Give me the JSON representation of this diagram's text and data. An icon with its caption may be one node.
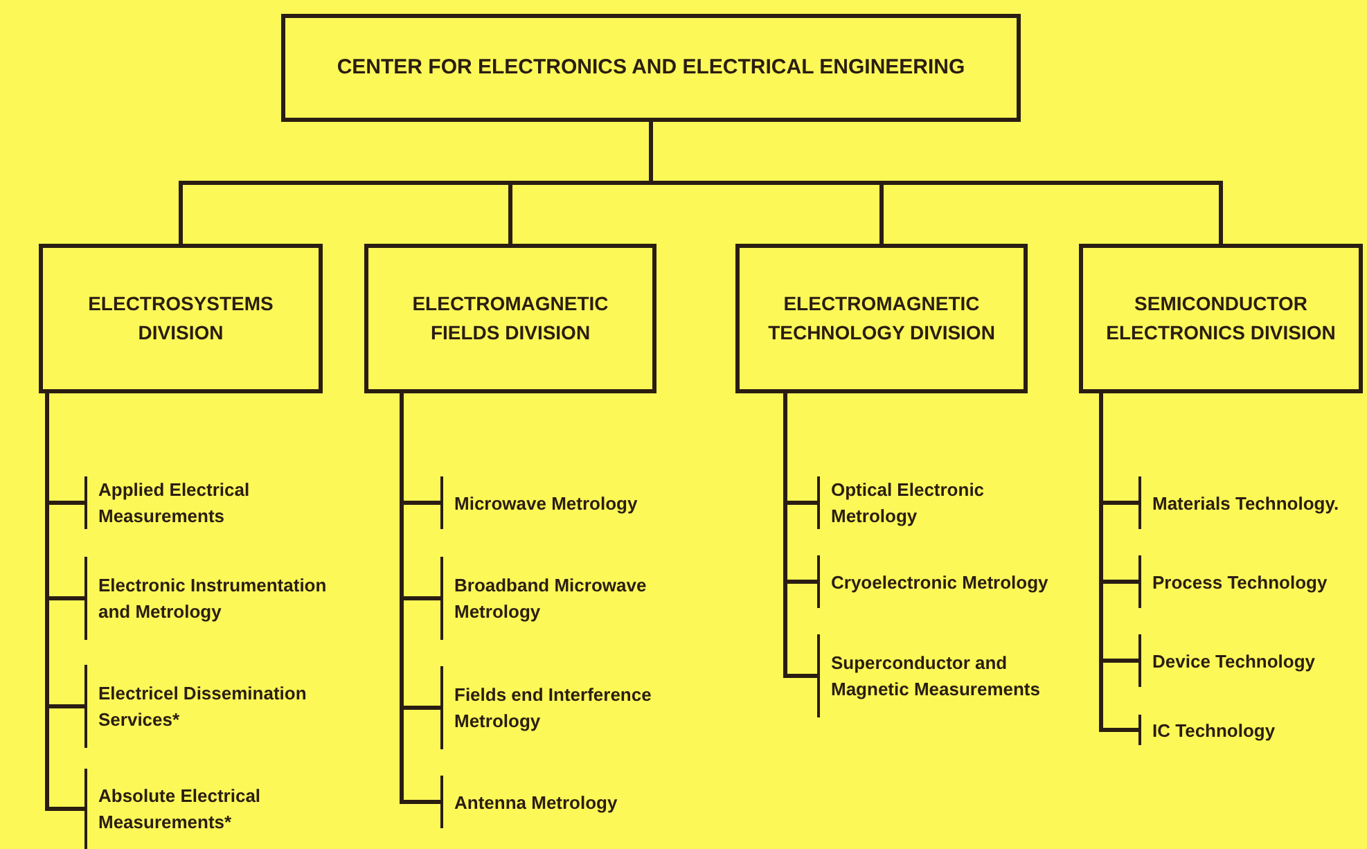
{
  "diagram": {
    "nodes": [
      {
        "text": [
          "CENTER FOR ELECTRONICS AND ELECTRICAL ENGINEERING"
        ]
      },
      {
        "text": [
          "ELECTROSYSTEMS DIVISION"
        ]
      },
      {
        "text": [
          "ELECTROMAGNETIC FIELDS DIVISION"
        ]
      },
      {
        "text": [
          "ELECTROMAGNETIC TECHNOLOGY DIVISION"
        ]
      },
      {
        "text": [
          "SEMICONDUCTOR ELECTRONICS DIVISION"
        ]
      },
      {
        "text": [
          "Applied Electrical Measurements"
        ]
      },
      {
        "text": [
          "Electronic Instrumentation and Metrology"
        ]
      },
      {
        "text": [
          "Electricel Dissemination Services*"
        ]
      },
      {
        "text": [
          "Absolute Electrical Measurements*"
        ]
      },
      {
        "text": [
          "Microwave Metrology"
        ]
      },
      {
        "text": [
          "Broadband Microwave Metrology"
        ]
      },
      {
        "text": [
          "Fields end Interference Metrology"
        ]
      },
      {
        "text": [
          "Antenna Metrology"
        ]
      },
      {
        "text": [
          "Optical Electronic Metrology"
        ]
      },
      {
        "text": [
          "Cryoelectronic Metrology"
        ]
      },
      {
        "text": [
          "Superconductor and Magnetic Measurements"
        ]
      },
      {
        "text": [
          "Materials Technology."
        ]
      },
      {
        "text": [
          "Process Technology"
        ]
      },
      {
        "text": [
          "Device Technology"
        ]
      },
      {
        "text": [
          "IC Technology"
        ]
      }
    ],
    "edges": [
      {
        "from": 0,
        "to": 1,
        "arrow": "none"
      },
      {
        "from": 0,
        "to": 2,
        "arrow": "none"
      },
      {
        "from": 0,
        "to": 3,
        "arrow": "none"
      },
      {
        "from": 0,
        "to": 4,
        "arrow": "none"
      },
      {
        "from": 1,
        "to": 5,
        "arrow": "none"
      },
      {
        "from": 1,
        "to": 6,
        "arrow": "none"
      },
      {
        "from": 1,
        "to": 7,
        "arrow": "none"
      },
      {
        "from": 1,
        "to": 8,
        "arrow": "none"
      },
      {
        "from": 2,
        "to": 9,
        "arrow": "none"
      },
      {
        "from": 2,
        "to": 10,
        "arrow": "none"
      },
      {
        "from": 2,
        "to": 11,
        "arrow": "none"
      },
      {
        "from": 2,
        "to": 12,
        "arrow": "none"
      },
      {
        "from": 3,
        "to": 13,
        "arrow": "none"
      },
      {
        "from": 3,
        "to": 14,
        "arrow": "none"
      },
      {
        "from": 3,
        "to": 15,
        "arrow": "none"
      },
      {
        "from": 4,
        "to": 16,
        "arrow": "none"
      },
      {
        "from": 4,
        "to": 17,
        "arrow": "none"
      },
      {
        "from": 4,
        "to": 18,
        "arrow": "none"
      },
      {
        "from": 4,
        "to": 19,
        "arrow": "none"
      }
    ]
  }
}
